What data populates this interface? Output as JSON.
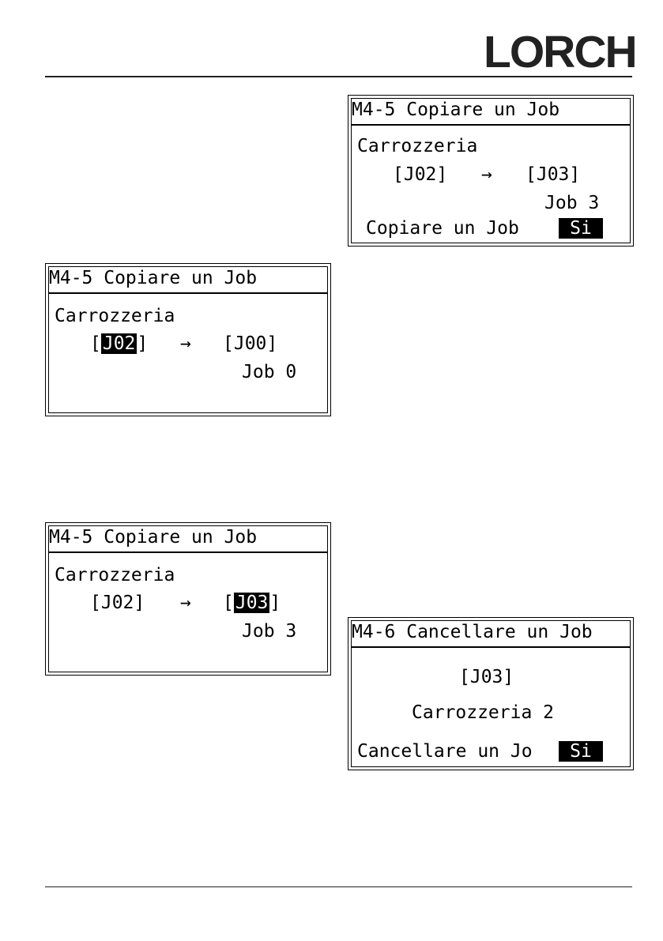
{
  "header": {
    "logo": "LORCH"
  },
  "screens": {
    "copy_confirm": {
      "title": "M4-5 Copiare un Job",
      "group": "Carrozzeria",
      "from": "[J02]",
      "arrow": "→",
      "to": "[J03]",
      "job_name": "Job 3",
      "prompt": "Copiare un Job",
      "confirm": "Si"
    },
    "copy_select_source": {
      "title": "M4-5 Copiare un Job",
      "group": "Carrozzeria",
      "from_open": "[",
      "from_value": "J02",
      "from_close": "]",
      "arrow": "→",
      "to": "[J00]",
      "job_name": "Job 0"
    },
    "copy_select_target": {
      "title": "M4-5 Copiare un Job",
      "group": "Carrozzeria",
      "from": "[J02]",
      "arrow": "→",
      "to_open": "[",
      "to_value": "J03",
      "to_close": "]",
      "job_name": "Job 3"
    },
    "delete_confirm": {
      "title": "M4-6 Cancellare un Job",
      "job": "[J03]",
      "job_name": "Carrozzeria 2",
      "prompt": "Cancellare un Jo",
      "confirm": "Si"
    }
  }
}
